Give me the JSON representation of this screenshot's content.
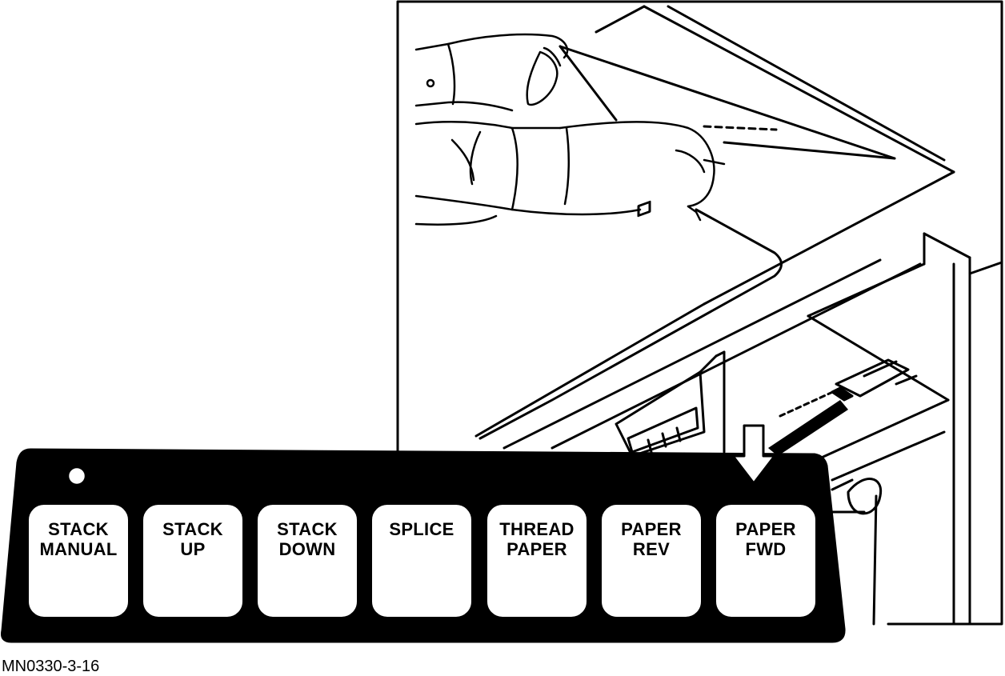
{
  "panel": {
    "keys": [
      {
        "id": "stack-manual",
        "label": "STACK\nMANUAL"
      },
      {
        "id": "stack-up",
        "label": "STACK\nUP"
      },
      {
        "id": "stack-down",
        "label": "STACK\nDOWN"
      },
      {
        "id": "splice",
        "label": "SPLICE"
      },
      {
        "id": "thread-paper",
        "label": "THREAD\nPAPER"
      },
      {
        "id": "paper-rev",
        "label": "PAPER\nREV"
      },
      {
        "id": "paper-fwd",
        "label": "PAPER\nFWD"
      }
    ],
    "highlighted_key": "paper-fwd",
    "indicator": "down-arrow-icon"
  },
  "figure_id": "MN0330-3-16",
  "colors": {
    "ink": "#000000",
    "paper": "#ffffff"
  }
}
